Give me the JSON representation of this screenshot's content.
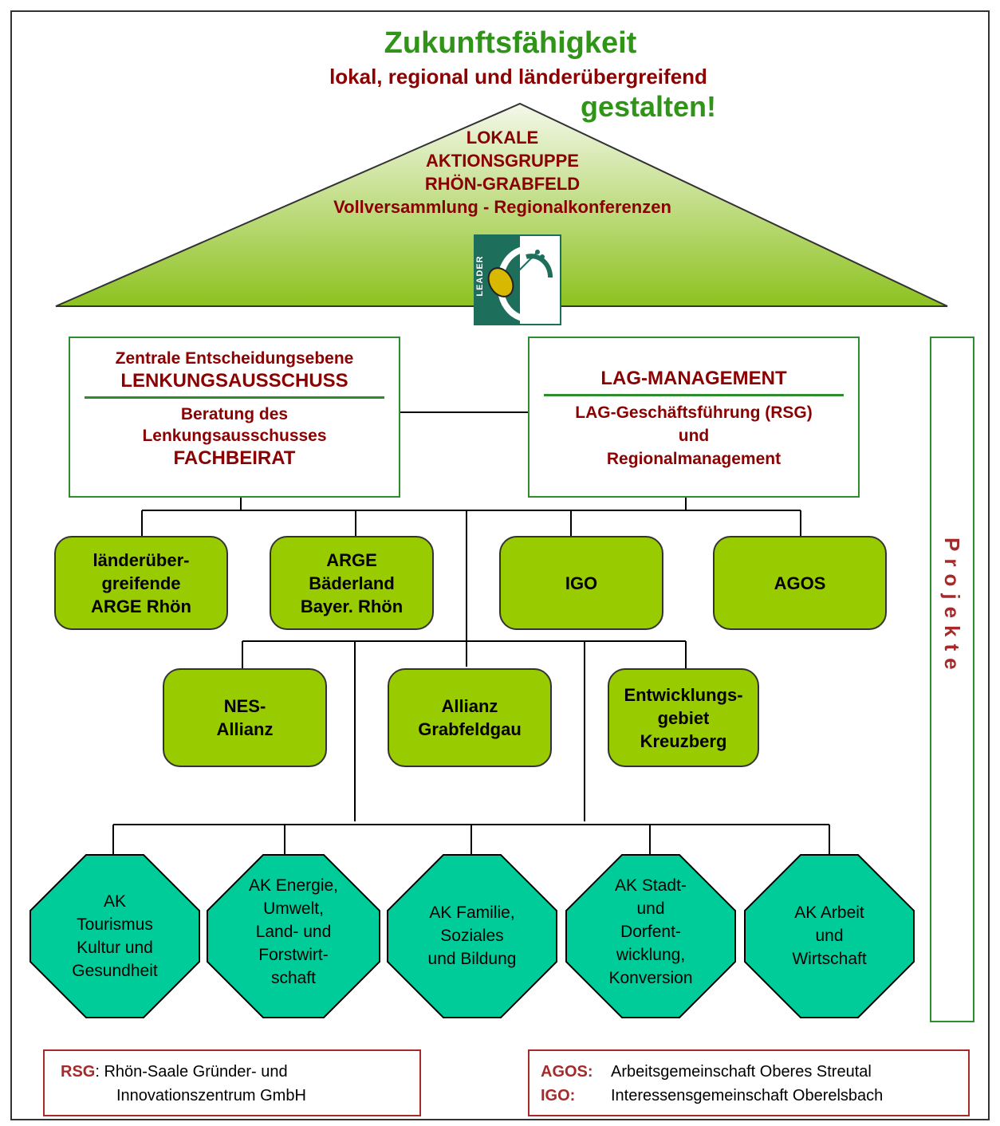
{
  "header": {
    "title": "Zukunftsfähigkeit",
    "subtitle": "lokal, regional und länderübergreifend",
    "slogan": "gestalten!"
  },
  "roof": {
    "line1": "LOKALE",
    "line2": "AKTIONSGRUPPE",
    "line3": "RHÖN-GRABFELD",
    "line4": "Vollversammlung - Regionalkonferenzen",
    "logo_text": "LEADER",
    "logo_icon": "leader-logo-icon"
  },
  "left_box": {
    "line1": "Zentrale Entscheidungsebene",
    "line2": "LENKUNGSAUSSCHUSS",
    "line3": "Beratung des",
    "line4": "Lenkungsausschusses",
    "line5": "FACHBEIRAT"
  },
  "right_box": {
    "line1": "LAG-MANAGEMENT",
    "line2": "LAG-Geschäftsführung (RSG)",
    "line3": "und",
    "line4": "Regionalmanagement"
  },
  "projects_label": "Projekte",
  "row1": [
    {
      "label": "länderüber-\ngreifende\nARGE Rhön"
    },
    {
      "label": "ARGE\nBäderland\nBayer. Rhön"
    },
    {
      "label": "IGO"
    },
    {
      "label": "AGOS"
    }
  ],
  "row2": [
    {
      "label": "NES-\nAllianz"
    },
    {
      "label": "Allianz\nGrabfeldgau"
    },
    {
      "label": "Entwicklungs-\ngebiet\nKreuzberg"
    }
  ],
  "working_groups": [
    {
      "label": "AK\nTourismus\nKultur und\nGesundheit"
    },
    {
      "label": "AK Energie,\nUmwelt,\nLand- und\nForstwirt-\nschaft"
    },
    {
      "label": "AK Familie,\nSoziales\nund Bildung"
    },
    {
      "label": "AK Stadt-\nund\nDorfent-\nwicklung,\nKonversion"
    },
    {
      "label": "AK Arbeit\nund\nWirtschaft"
    }
  ],
  "legend_left": {
    "key": "RSG",
    "line1": ": Rhön-Saale Gründer- und",
    "line2": "Innovationszentrum GmbH"
  },
  "legend_right": {
    "key1": "AGOS:",
    "text1": "Arbeitsgemeinschaft Oberes Streutal",
    "key2": "IGO:",
    "text2": "Interessensgemeinschaft Oberelsbach"
  },
  "colors": {
    "title_green": "#2f9418",
    "dark_red": "#8b0000",
    "box_green": "#99cc00",
    "octagon_teal": "#00cc99",
    "border_green": "#2e8b2e"
  }
}
